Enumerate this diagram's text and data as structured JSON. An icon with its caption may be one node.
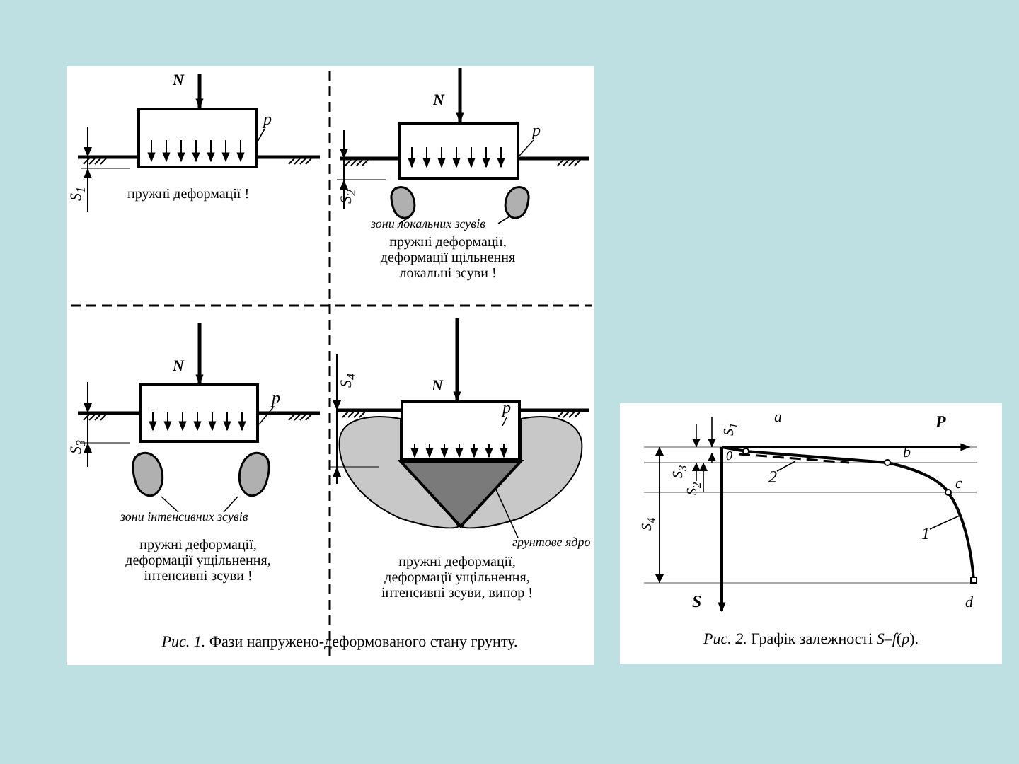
{
  "diagram": {
    "nodes": [
      {
        "text": [],
        "shape": "box"
      },
      {
        "text": [
          "p"
        ]
      },
      {
        "text": [],
        "shape": "box"
      },
      {
        "text": [
          "p"
        ]
      },
      {
        "text": [],
        "shape": "blob"
      },
      {
        "text": [],
        "shape": "blob"
      },
      {
        "text": [
          "зони локальних зсувів"
        ]
      },
      {
        "text": [],
        "shape": "box"
      },
      {
        "text": [
          "p"
        ]
      },
      {
        "text": [],
        "shape": "blob"
      },
      {
        "text": [],
        "shape": "blob"
      },
      {
        "text": [
          "зони інтенсивних зсувів"
        ]
      },
      {
        "text": [],
        "shape": "box"
      },
      {
        "text": [
          "p"
        ],
        "in": 12
      },
      {
        "text": [],
        "shape": "triangle"
      },
      {
        "text": [
          "грунтове ядро"
        ]
      },
      {
        "text": [
          "2"
        ]
      },
      {
        "text": [
          "1"
        ]
      }
    ],
    "edges": [
      {
        "from": 1,
        "to": 0,
        "arrow": "none"
      },
      {
        "from": 3,
        "to": 2,
        "arrow": "none"
      },
      {
        "from": 6,
        "to": 4,
        "arrow": "none"
      },
      {
        "from": 6,
        "to": 5,
        "arrow": "none"
      },
      {
        "from": 8,
        "to": 7,
        "arrow": "none"
      },
      {
        "from": 11,
        "to": 9,
        "arrow": "none"
      },
      {
        "from": 11,
        "to": 10,
        "arrow": "none"
      },
      {
        "from": 13,
        "to": null,
        "arrow": "none"
      },
      {
        "from": 15,
        "to": 14,
        "arrow": "none"
      },
      {
        "from": 16,
        "to": null,
        "arrow": "none"
      },
      {
        "from": 17,
        "to": null,
        "arrow": "none"
      }
    ],
    "labels": [
      "N",
      "S$_{1}$",
      "пружні деформації !",
      "N",
      "S$_{2}$",
      "пружні деформації, деформації щільнення локальні зсуви !",
      "N",
      "S$_{3}$",
      "пружні деформації, деформації ущільнення, інтенсивні зсуви !",
      "N",
      "S$_{4}$",
      "пружні деформації, деформації ущільнення, інтенсивні зсуви, випор !",
      "*Рис. 1.* Фази напружено-деформованого стану грунту.",
      "S$_{1}$",
      "a",
      "P",
      "S$_{3}$",
      "0",
      "b",
      "S$_{2}$",
      "c",
      "S$_{4}$",
      "S",
      "d",
      "*Рис. 2.* Графік залежності *S*–*f*(*p*)."
    ]
  }
}
